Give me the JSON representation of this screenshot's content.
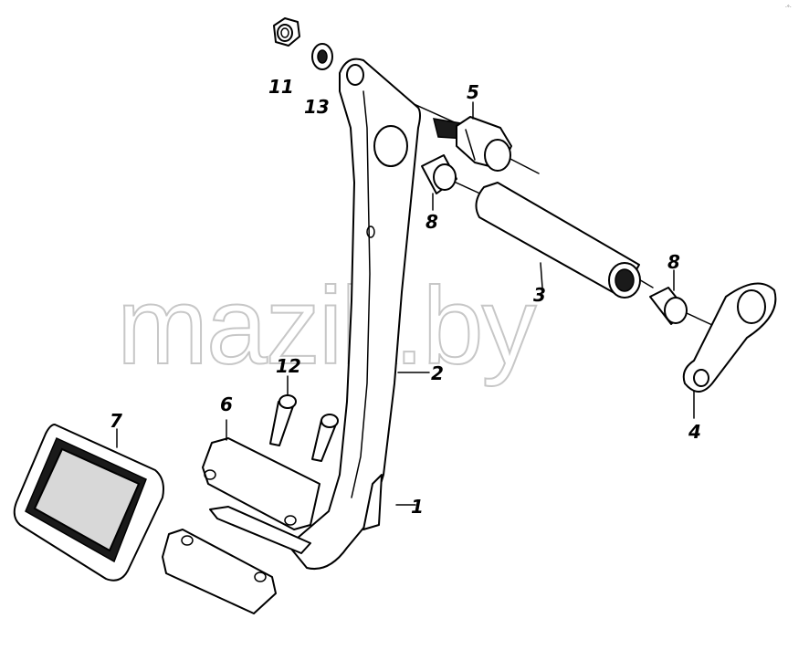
{
  "watermark": "mazik.by",
  "corner_mark": "·°·",
  "callouts": [
    "1",
    "2",
    "3",
    "4",
    "5",
    "6",
    "7",
    "8",
    "8",
    "11",
    "12",
    "13"
  ],
  "parts": [
    {
      "label": "1",
      "name": "pedal-lever"
    },
    {
      "label": "2",
      "name": "pedal-arm"
    },
    {
      "label": "3",
      "name": "pivot-tube"
    },
    {
      "label": "4",
      "name": "link-plate"
    },
    {
      "label": "5",
      "name": "pivot-bolt"
    },
    {
      "label": "6",
      "name": "pad-bracket"
    },
    {
      "label": "7",
      "name": "rubber-pad"
    },
    {
      "label": "8",
      "name": "bushing"
    },
    {
      "label": "11",
      "name": "nut"
    },
    {
      "label": "12",
      "name": "rivet"
    },
    {
      "label": "13",
      "name": "washer"
    }
  ]
}
